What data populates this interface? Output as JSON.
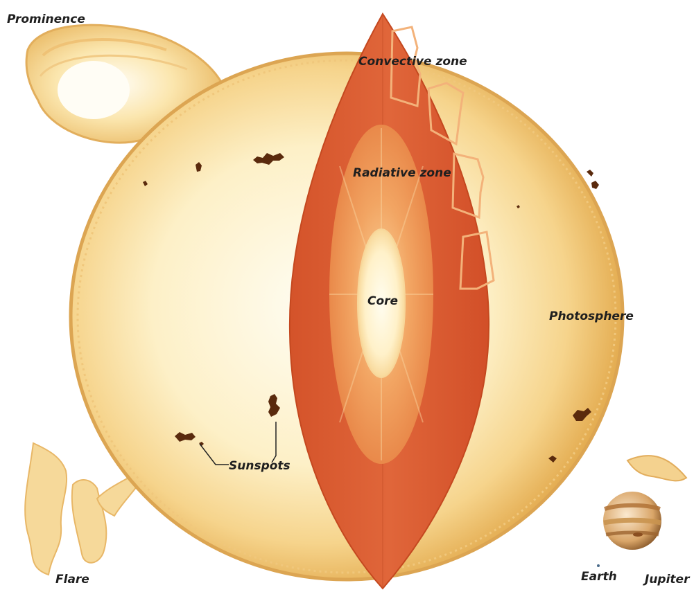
{
  "diagram": {
    "labels": {
      "prominence": "Prominence",
      "convective_zone_line1": "Convective",
      "convective_zone_line2": "zone",
      "radiative_zone_line1": "Radiative",
      "radiative_zone_line2": "zone",
      "core": "Core",
      "photosphere": "Photosphere",
      "sunspots": "Sunspots",
      "flare": "Flare",
      "earth": "Earth",
      "jupiter": "Jupiter"
    },
    "colors": {
      "photosphere_light": "#fffbe8",
      "photosphere_mid": "#fbe3a2",
      "photosphere_edge": "#e8b75b",
      "convective_zone": "#d9582d",
      "radiative_zone": "#ea8b48",
      "core": "#fff6d6",
      "sunspot": "#5a2a0d",
      "jupiter_band": "#c9934f"
    },
    "icons": {
      "sun": "sun-cutaway-illustration",
      "jupiter": "jupiter-planet-icon",
      "earth": "earth-dot-icon"
    }
  }
}
